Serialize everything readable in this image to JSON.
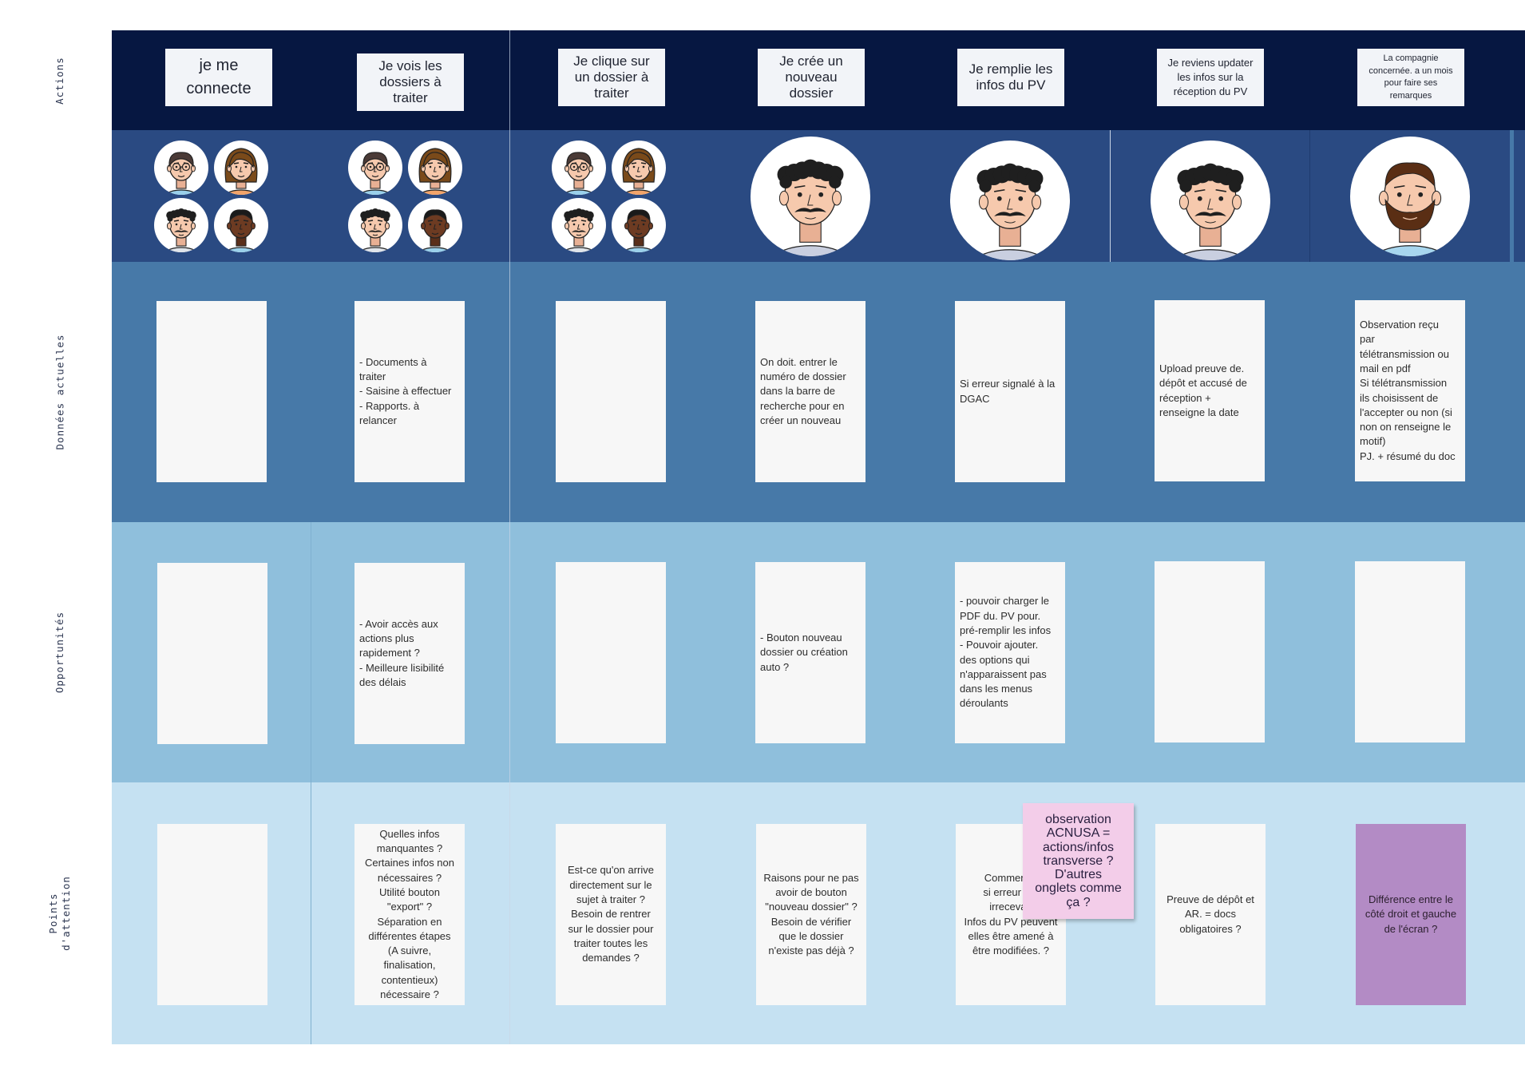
{
  "rows": {
    "actions": "Actions",
    "donnees": "Données actuelles",
    "opportunites": "Opportunités",
    "points": "Points\nd'attention"
  },
  "actions": [
    "je me\nconnecte",
    "Je vois les\ndossiers à\ntraiter",
    "Je clique sur\nun dossier à\ntraiter",
    "Je crée un\nnouveau\ndossier",
    "Je remplie les\ninfos du PV",
    "Je reviens updater\nles infos sur la\nréception du PV",
    "La compagnie\nconcernée. a un mois\npour faire ses\nremarques"
  ],
  "personas": [
    {
      "type": "group",
      "icon": "user-group-icon"
    },
    {
      "type": "group",
      "icon": "user-group-icon"
    },
    {
      "type": "group",
      "icon": "user-group-icon"
    },
    {
      "type": "single",
      "icon": "mustache-man-avatar-icon"
    },
    {
      "type": "single",
      "icon": "mustache-man-avatar-icon"
    },
    {
      "type": "single",
      "icon": "mustache-man-avatar-icon"
    },
    {
      "type": "single",
      "icon": "bearded-man-avatar-icon"
    }
  ],
  "donnees": [
    "",
    "- Documents à\ntraiter\n- Saisine à effectuer\n- Rapports. à\nrelancer",
    "",
    "On doit. entrer le\nnuméro de dossier\ndans la barre de\nrecherche pour en\ncréer un nouveau",
    "Si erreur signalé à la\nDGAC",
    "Upload preuve de.\ndépôt et accusé de\nréception +\nrenseigne la date",
    "Observation reçu\npar\ntélétransmission ou\nmail en pdf\nSi télétransmission\nils choisissent de\nl'accepter ou non (si\nnon on renseigne le\nmotif)\nPJ. + résumé du doc"
  ],
  "opportunites": [
    "",
    "- Avoir accès aux\nactions plus\nrapidement ?\n-  Meilleure lisibilité\ndes délais",
    "",
    "- Bouton nouveau\ndossier ou création\nauto ?",
    "- pouvoir charger le\nPDF du. PV pour.\npré-remplir les infos\n- Pouvoir ajouter.\ndes options qui\nn'apparaissent pas\ndans les menus\ndéroulants",
    "",
    ""
  ],
  "points": [
    "",
    "Quelles infos\nmanquantes ?\nCertaines infos non\nnécessaires ?\nUtilité bouton\n\"export\" ?\nSéparation en\ndifférentes étapes\n(A suivre,\nfinalisation,\ncontentieux)\nnécessaire ?",
    "Est-ce qu'on arrive\ndirectement sur le\nsujet à traiter ?\nBesoin de rentrer\nsur le dossier pour\ntraiter toutes les\ndemandes ?",
    "Raisons pour ne pas\navoir de bouton\n\"nouveau dossier\" ?\nBesoin de vérifier\nque le dossier\nn'existe pas déjà ?",
    "Comment s\nsi erreur sur\nirrecevab\nInfos du PV peuvent\nelles être amené à\nêtre modifiées. ?",
    "Preuve de dépôt et\nAR. = docs\nobligatoires ?",
    "Différence entre le\ncôté droit et gauche\nde l'écran ?"
  ],
  "sticky": "observation\nACNUSA =\nactions/infos\ntransverse ?\nD'autres\nonglets comme\nça ?",
  "colors": {
    "actions_band": "#061741",
    "personas_band": "#2a4a82",
    "donnees_band": "#4779a8",
    "opportunites_band": "#8fbfdc",
    "points_band": "#c5e1f2",
    "sticky": "#f3cde9",
    "highlight_card": "#b38bc5"
  }
}
